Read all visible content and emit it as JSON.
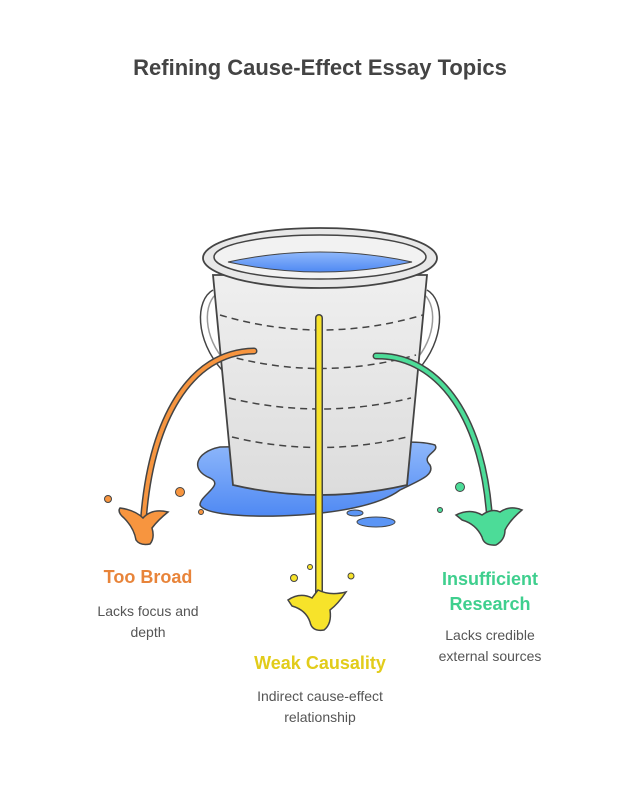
{
  "title": "Refining Cause-Effect Essay Topics",
  "colors": {
    "orange": "#f0883a",
    "yellow": "#f3dc17",
    "green": "#3fcf8e",
    "water": "#5b95f5",
    "bucket": "#e4e4e4",
    "outline": "#444444",
    "text": "#555555"
  },
  "items": [
    {
      "label": "Too Broad",
      "description": "Lacks focus and depth",
      "color": "#e8843a"
    },
    {
      "label": "Weak Causality",
      "description": "Indirect cause-effect relationship",
      "color": "#e2cc1a"
    },
    {
      "label": "Insufficient Research",
      "description": "Lacks credible external sources",
      "color": "#3fcf8e"
    }
  ]
}
